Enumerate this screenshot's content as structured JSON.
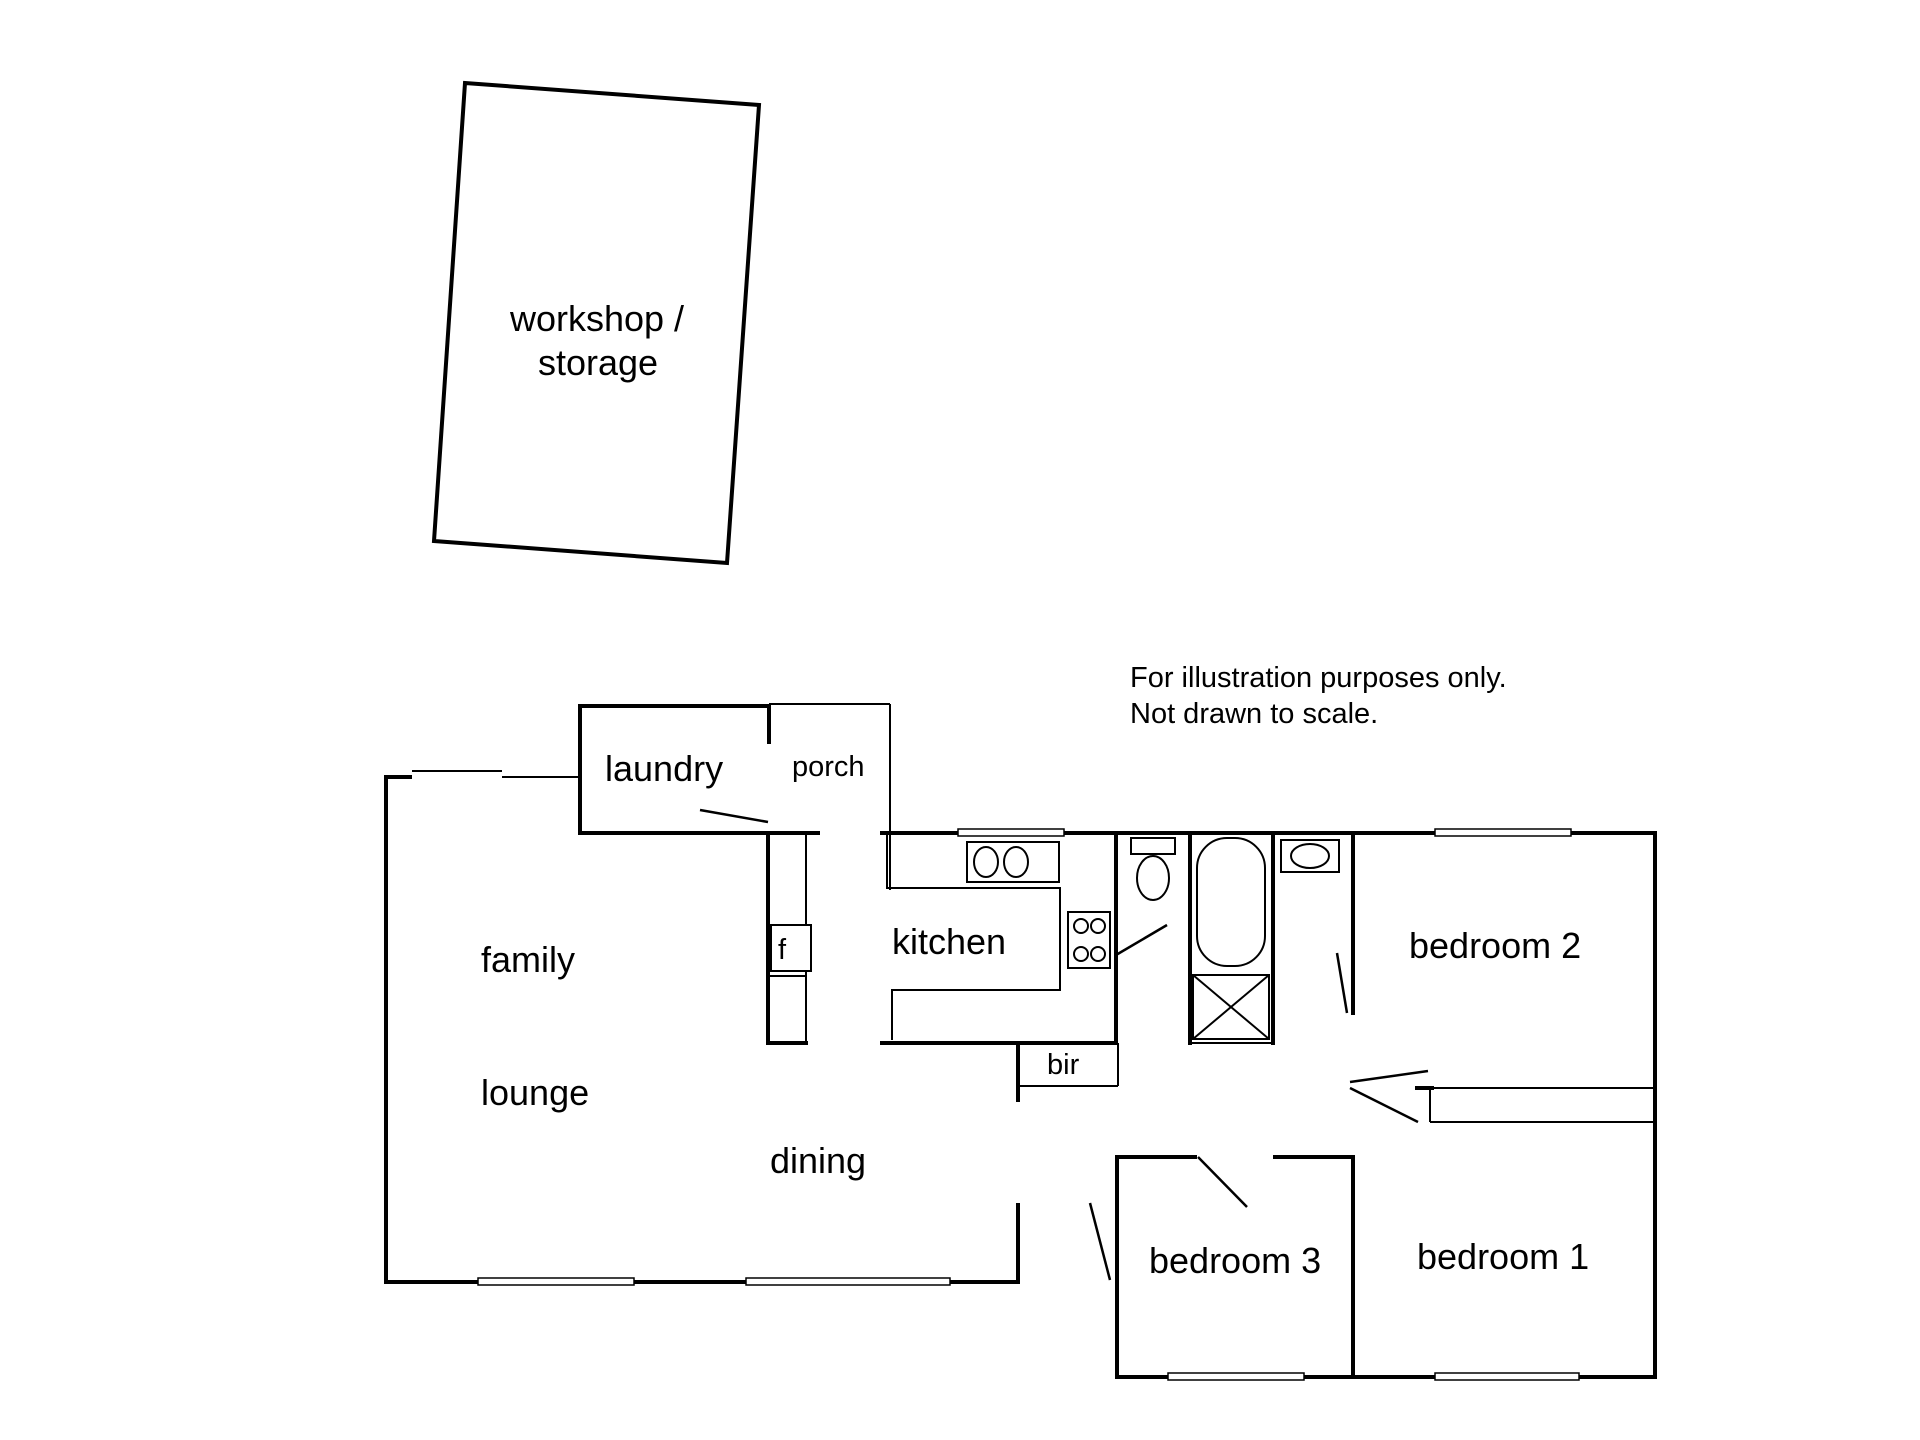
{
  "note": {
    "line1": "For illustration purposes only.",
    "line2": "Not drawn to scale."
  },
  "rooms": {
    "workshop_line1": "workshop /",
    "workshop_line2": "storage",
    "laundry": "laundry",
    "porch": "porch",
    "kitchen": "kitchen",
    "fridge": "f",
    "bir": "bir",
    "family": "family",
    "lounge": "lounge",
    "dining": "dining",
    "bedroom1": "bedroom 1",
    "bedroom2": "bedroom 2",
    "bedroom3": "bedroom 3"
  }
}
